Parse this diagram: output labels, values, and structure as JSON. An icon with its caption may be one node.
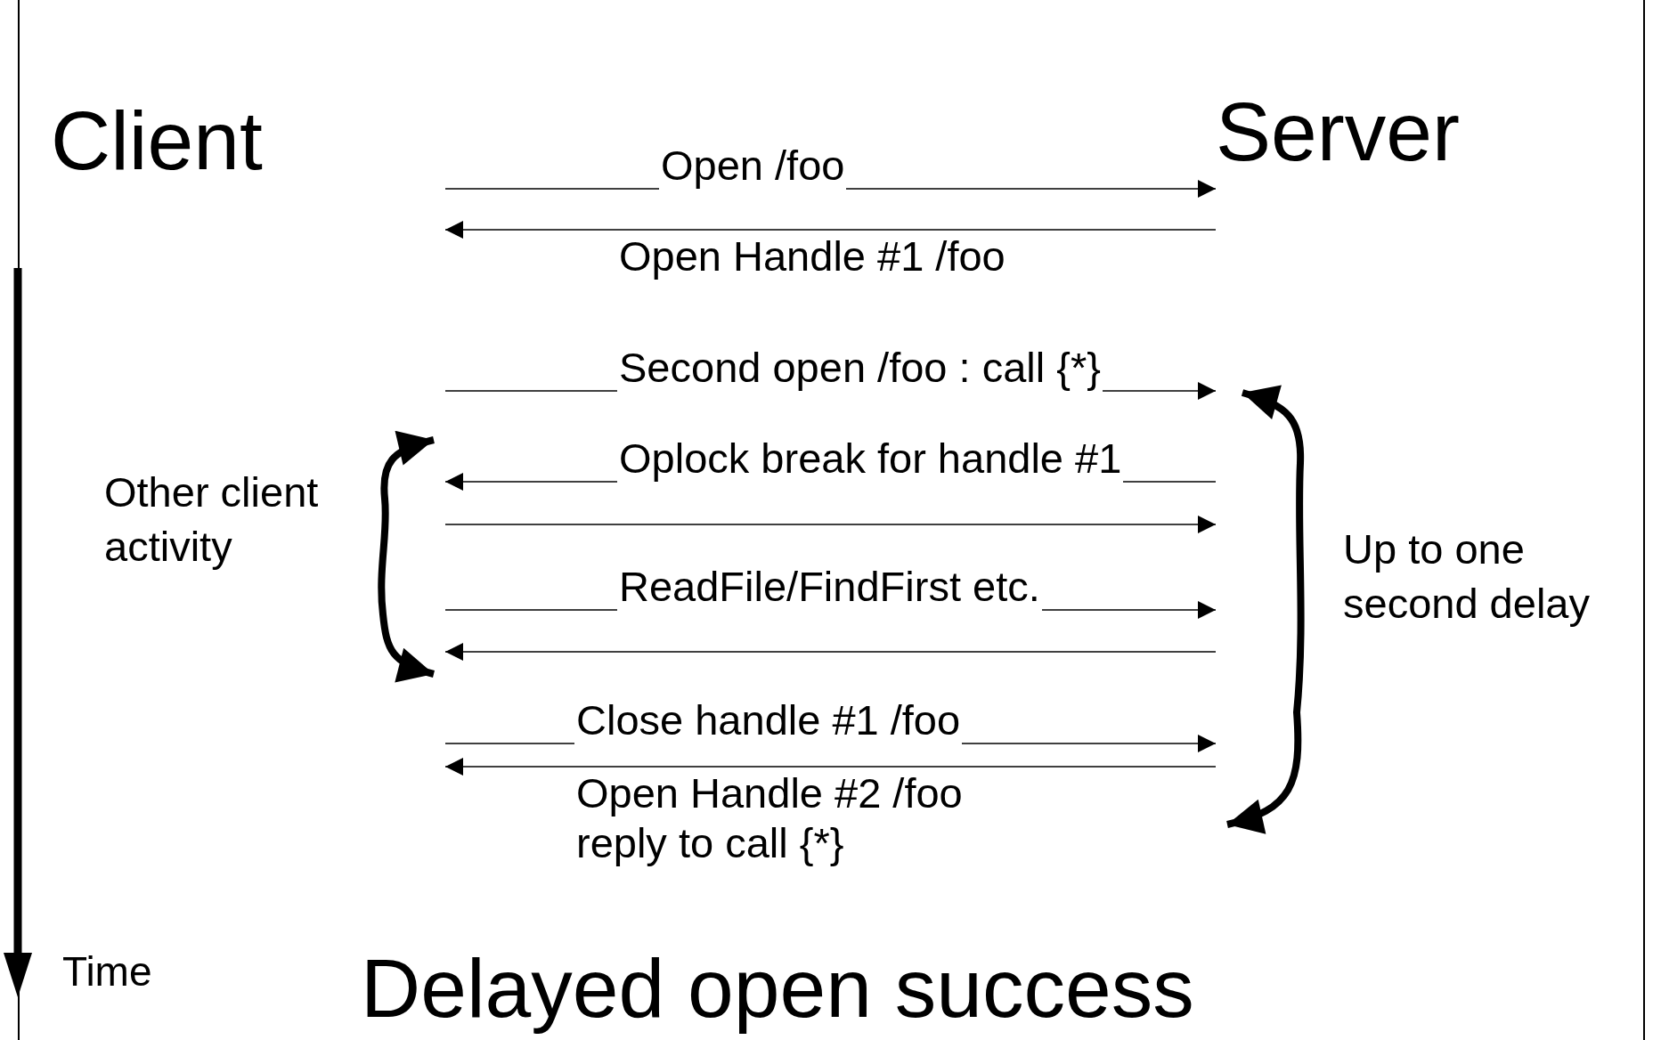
{
  "diagram": {
    "title": "Delayed open success",
    "labels": [
      "Client",
      "Server",
      "Open /foo",
      "Open Handle #1 /foo",
      "Second open /foo : call {*}",
      "Oplock break for handle #1",
      "Other client activity",
      "ReadFile/FindFirst etc.",
      "Up to one second delay",
      "Close handle #1 /foo",
      "Open Handle #2 /foo reply to call {*}",
      "Time"
    ]
  }
}
